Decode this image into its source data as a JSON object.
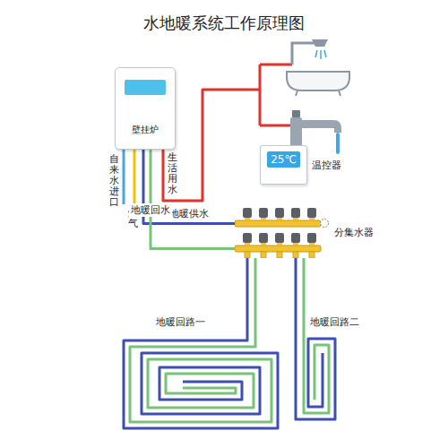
{
  "diagram": {
    "title": "水地暖系统工作原理图",
    "nodes": [
      {
        "text": [
          "壁挂炉"
        ]
      },
      {
        "text": [
          "25℃",
          "温控器"
        ]
      },
      {
        "text": [
          "分集水器"
        ]
      },
      {
        "text": [
          "地暖回路一"
        ]
      },
      {
        "text": [
          "地暖回路二"
        ]
      }
    ],
    "edges": [
      {
        "from": 0,
        "to": 2,
        "label": "地暖供水",
        "arrow": "none"
      },
      {
        "from": 2,
        "to": 0,
        "label": "地暖回水",
        "arrow": "none"
      },
      {
        "from": 2,
        "to": 3,
        "arrow": "none"
      },
      {
        "from": 2,
        "to": 4,
        "arrow": "none"
      }
    ],
    "labels": [
      "自来水进口",
      "燃气",
      "生活用水"
    ]
  }
}
